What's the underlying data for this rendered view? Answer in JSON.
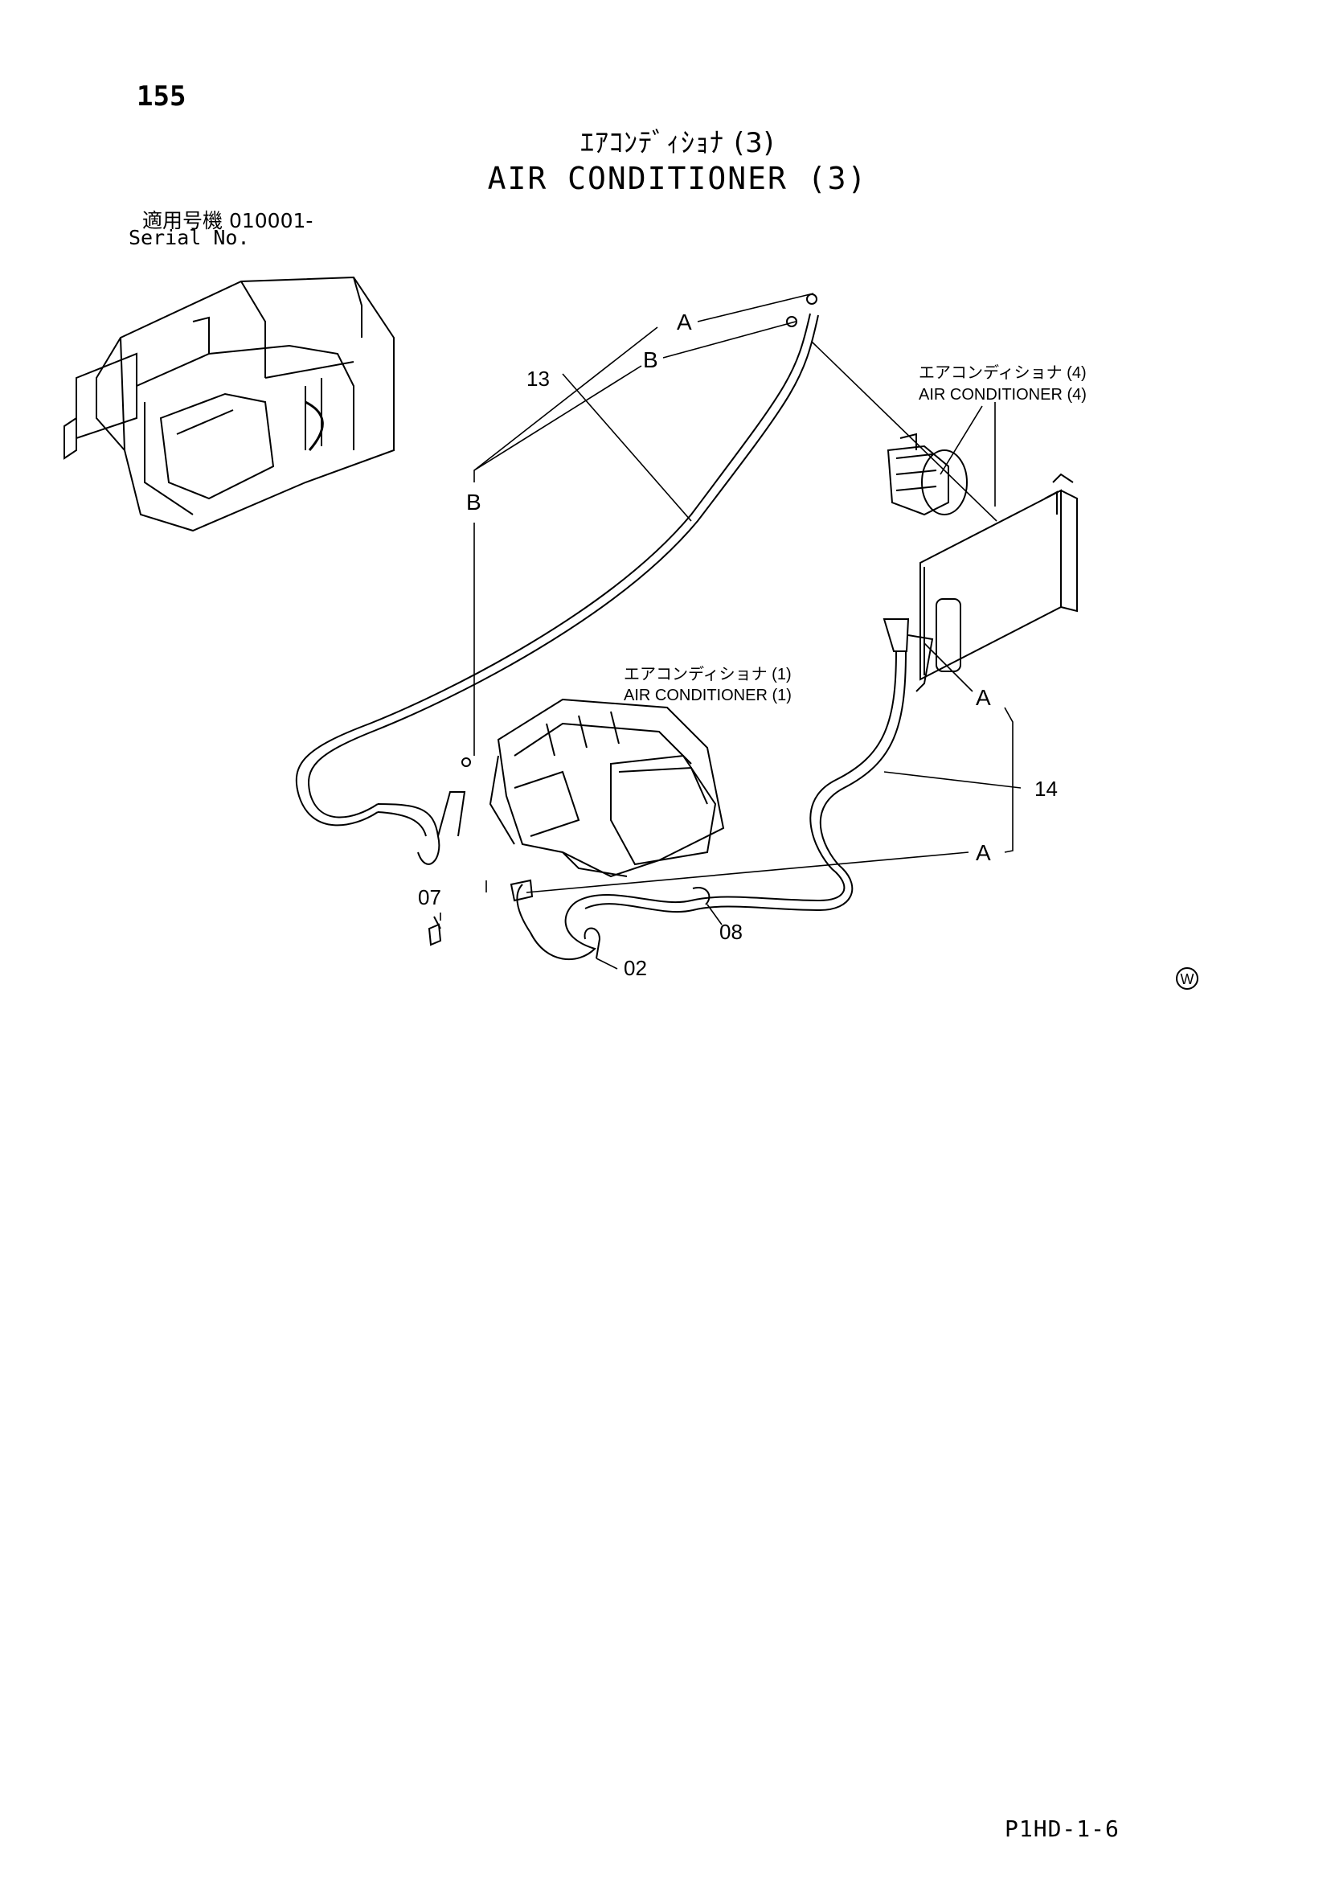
{
  "header": {
    "page_number": "155",
    "title_jp": "ｴｱｺﾝﾃﾞｨｼｮﾅ (3)",
    "title_en": "AIR CONDITIONER (3)",
    "serial_jp": "適用号機 010001-",
    "serial_en": "Serial No."
  },
  "diagram": {
    "ref_air_conditioner_4_jp": "エアコンディショナ (4)",
    "ref_air_conditioner_4_en": "AIR CONDITIONER (4)",
    "ref_air_conditioner_1_jp": "エアコンディショナ (1)",
    "ref_air_conditioner_1_en": "AIR CONDITIONER (1)",
    "callouts": {
      "a_top": "A",
      "b_top": "B",
      "b_left": "B",
      "a_right_upper": "A",
      "a_right_lower": "A",
      "part_13": "13",
      "part_14": "14",
      "part_07": "07",
      "part_08": "08",
      "part_02": "02"
    },
    "marker": "W"
  },
  "footer": {
    "code": "P1HD-1-6"
  }
}
